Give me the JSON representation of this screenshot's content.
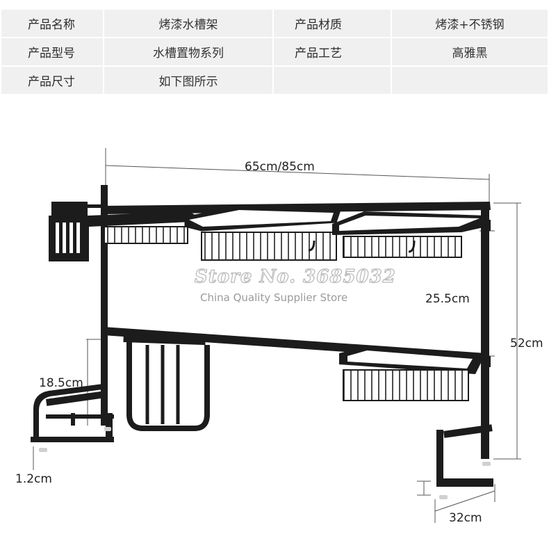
{
  "spec_table": {
    "rows": [
      {
        "k1": "产品名称",
        "v1": "烤漆水槽架",
        "k2": "产品材质",
        "v2": "烤漆+不锈钢"
      },
      {
        "k1": "产品型号",
        "v1": "水槽置物系列",
        "k2": "产品工艺",
        "v2": "高雅黑"
      },
      {
        "k1": "产品尺寸",
        "v1": "如下图所示",
        "k2": "",
        "v2": ""
      }
    ]
  },
  "dimensions": {
    "width": "65cm/85cm",
    "shelf_gap": "25.5cm",
    "height": "52cm",
    "side_rack": "18.5cm",
    "foot": "1.2cm",
    "depth": "32cm"
  },
  "watermark": {
    "store": "Store No. 3685032",
    "subtitle": "China Quality Supplier Store"
  },
  "colors": {
    "frame": "#1c1c1c",
    "table_bg": "#f0f0f0",
    "dim_line": "#555555"
  }
}
